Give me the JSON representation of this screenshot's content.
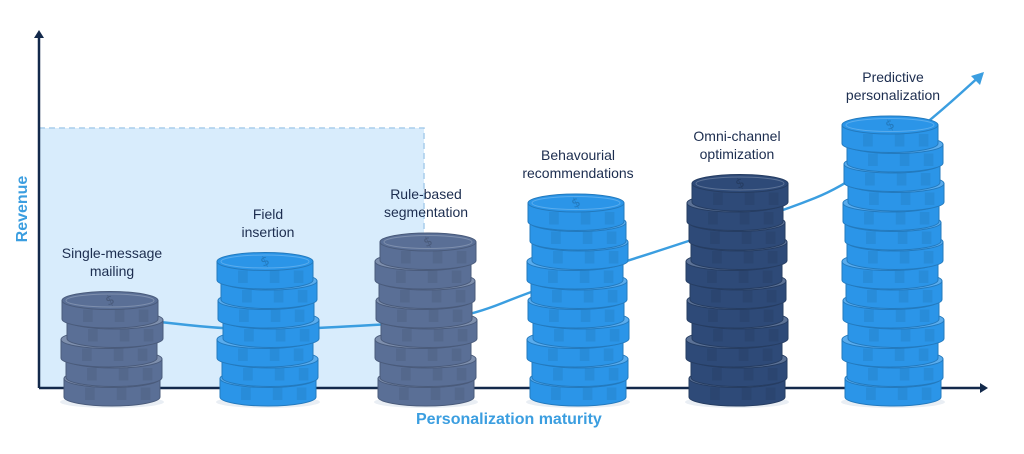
{
  "chart_data": {
    "type": "bar",
    "title": "",
    "xlabel": "Personalization maturity",
    "ylabel": "Revenue",
    "categories": [
      "Single-message mailing",
      "Field insertion",
      "Rule-based segmentation",
      "Behavourial recommendations",
      "Omni-channel optimization",
      "Predictive personalization"
    ],
    "label_lines": [
      [
        "Single-message",
        "mailing"
      ],
      [
        "Field",
        "insertion"
      ],
      [
        "Rule-based",
        "segmentation"
      ],
      [
        "Behavourial",
        "recommendations"
      ],
      [
        "Omni-channel",
        "optimization"
      ],
      [
        "Predictive",
        "personalization"
      ]
    ],
    "values": [
      5,
      7,
      8,
      10,
      11,
      14
    ],
    "value_unit": "coins",
    "coin_colors": [
      "#5a6f96",
      "#2b95e8",
      "#5a6f96",
      "#2b95e8",
      "#2e4a78",
      "#2b95e8"
    ],
    "trend": "exponential growth arrow",
    "highlight_region": {
      "from_category": 0,
      "to_category": 2,
      "label": ""
    },
    "colors": {
      "axis": "#13294b",
      "accent": "#3b9ee0",
      "shade": "#d8ecfc",
      "shade_border": "#a9cdec",
      "label_text": "#1c2d4f"
    },
    "icon": "dollar-sign-icon"
  }
}
